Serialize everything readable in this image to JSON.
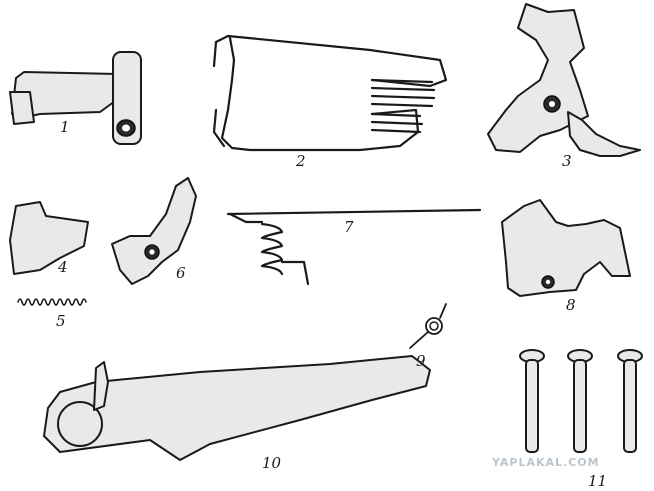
{
  "labels": {
    "p1": "1",
    "p2": "2",
    "p3": "3",
    "p4": "4",
    "p5": "5",
    "p6": "6",
    "p7": "7",
    "p8": "8",
    "p9": "9",
    "p10": "10",
    "p11": "11"
  },
  "watermark": "YAPLAKAL.COM"
}
